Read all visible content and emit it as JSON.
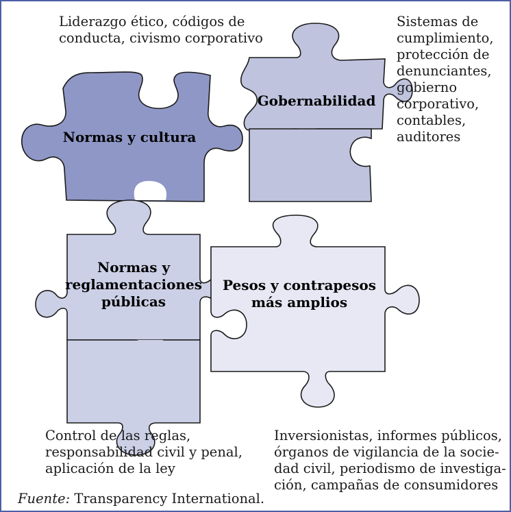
{
  "pieces": {
    "top_left": {
      "label": "Normas y cultura",
      "color": "#8f97c6"
    },
    "top_right": {
      "label": "Gobernabilidad",
      "color": "#bfc3de"
    },
    "bottom_left": {
      "label": "Normas y\nreglamentaciones\npúblicas",
      "color": "#ccd0e6"
    },
    "bottom_right": {
      "label": "Pesos y contrapesos\nmás amplios",
      "color": "#e7e8f4"
    }
  },
  "notes": {
    "top_left": "Liderazgo ético, códigos de\nconducta, civismo corporativo",
    "top_right": "Sistemas de\ncumplimiento,\nprotección de\ndenunciantes,\ngobierno\ncorporativo,\ncontables,\nauditores",
    "bottom_left": "Control de las reglas,\nresponsabilidad civil y penal,\naplicación de la ley",
    "bottom_right": "Inversionistas, informes públicos,\nórganos de vigilancia de la socie-\ndad civil, periodismo de investiga-\nción, campañas de consumidores"
  },
  "source": {
    "label": "Fuente:",
    "text": " Transparency International."
  },
  "colors": {
    "frame": "#4d5fa6",
    "outline": "#1a1a1a"
  }
}
